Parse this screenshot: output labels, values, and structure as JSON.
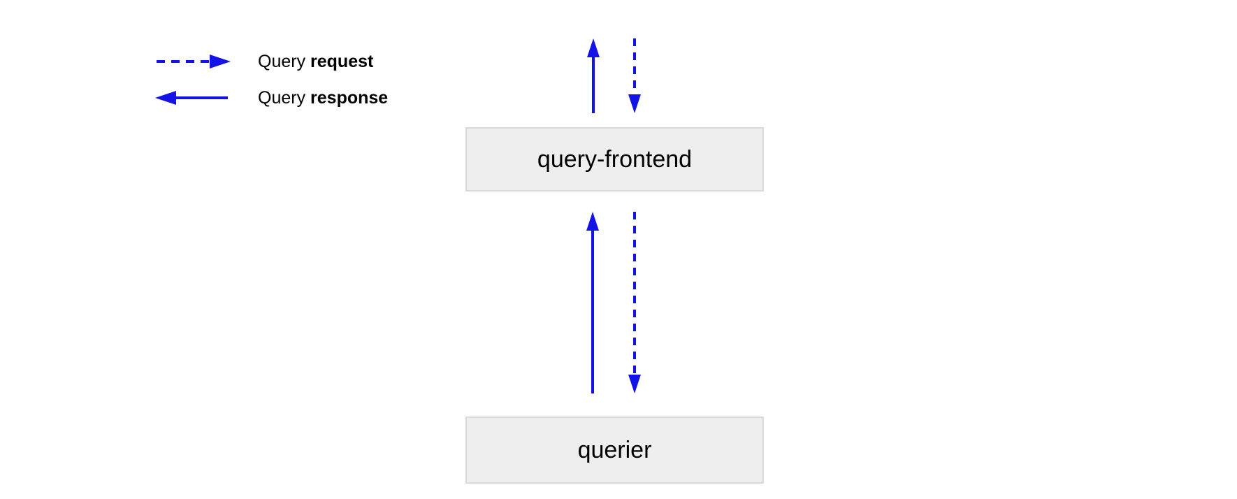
{
  "legend": {
    "items": [
      {
        "style": "dashed",
        "label_prefix": "Query ",
        "label_bold": "request"
      },
      {
        "style": "solid",
        "label_prefix": "Query ",
        "label_bold": "response"
      }
    ]
  },
  "nodes": [
    {
      "id": "query-frontend",
      "label": "query-frontend"
    },
    {
      "id": "querier",
      "label": "querier"
    }
  ],
  "edges": [
    {
      "between": [
        "top",
        "query-frontend"
      ],
      "request_direction": "down",
      "response_direction": "up"
    },
    {
      "between": [
        "query-frontend",
        "querier"
      ],
      "request_direction": "down",
      "response_direction": "up"
    }
  ],
  "colors": {
    "arrow_blue": "#1313e8",
    "node_fill": "#eeeeee",
    "node_border": "#d9d9d9",
    "text": "#000000"
  }
}
